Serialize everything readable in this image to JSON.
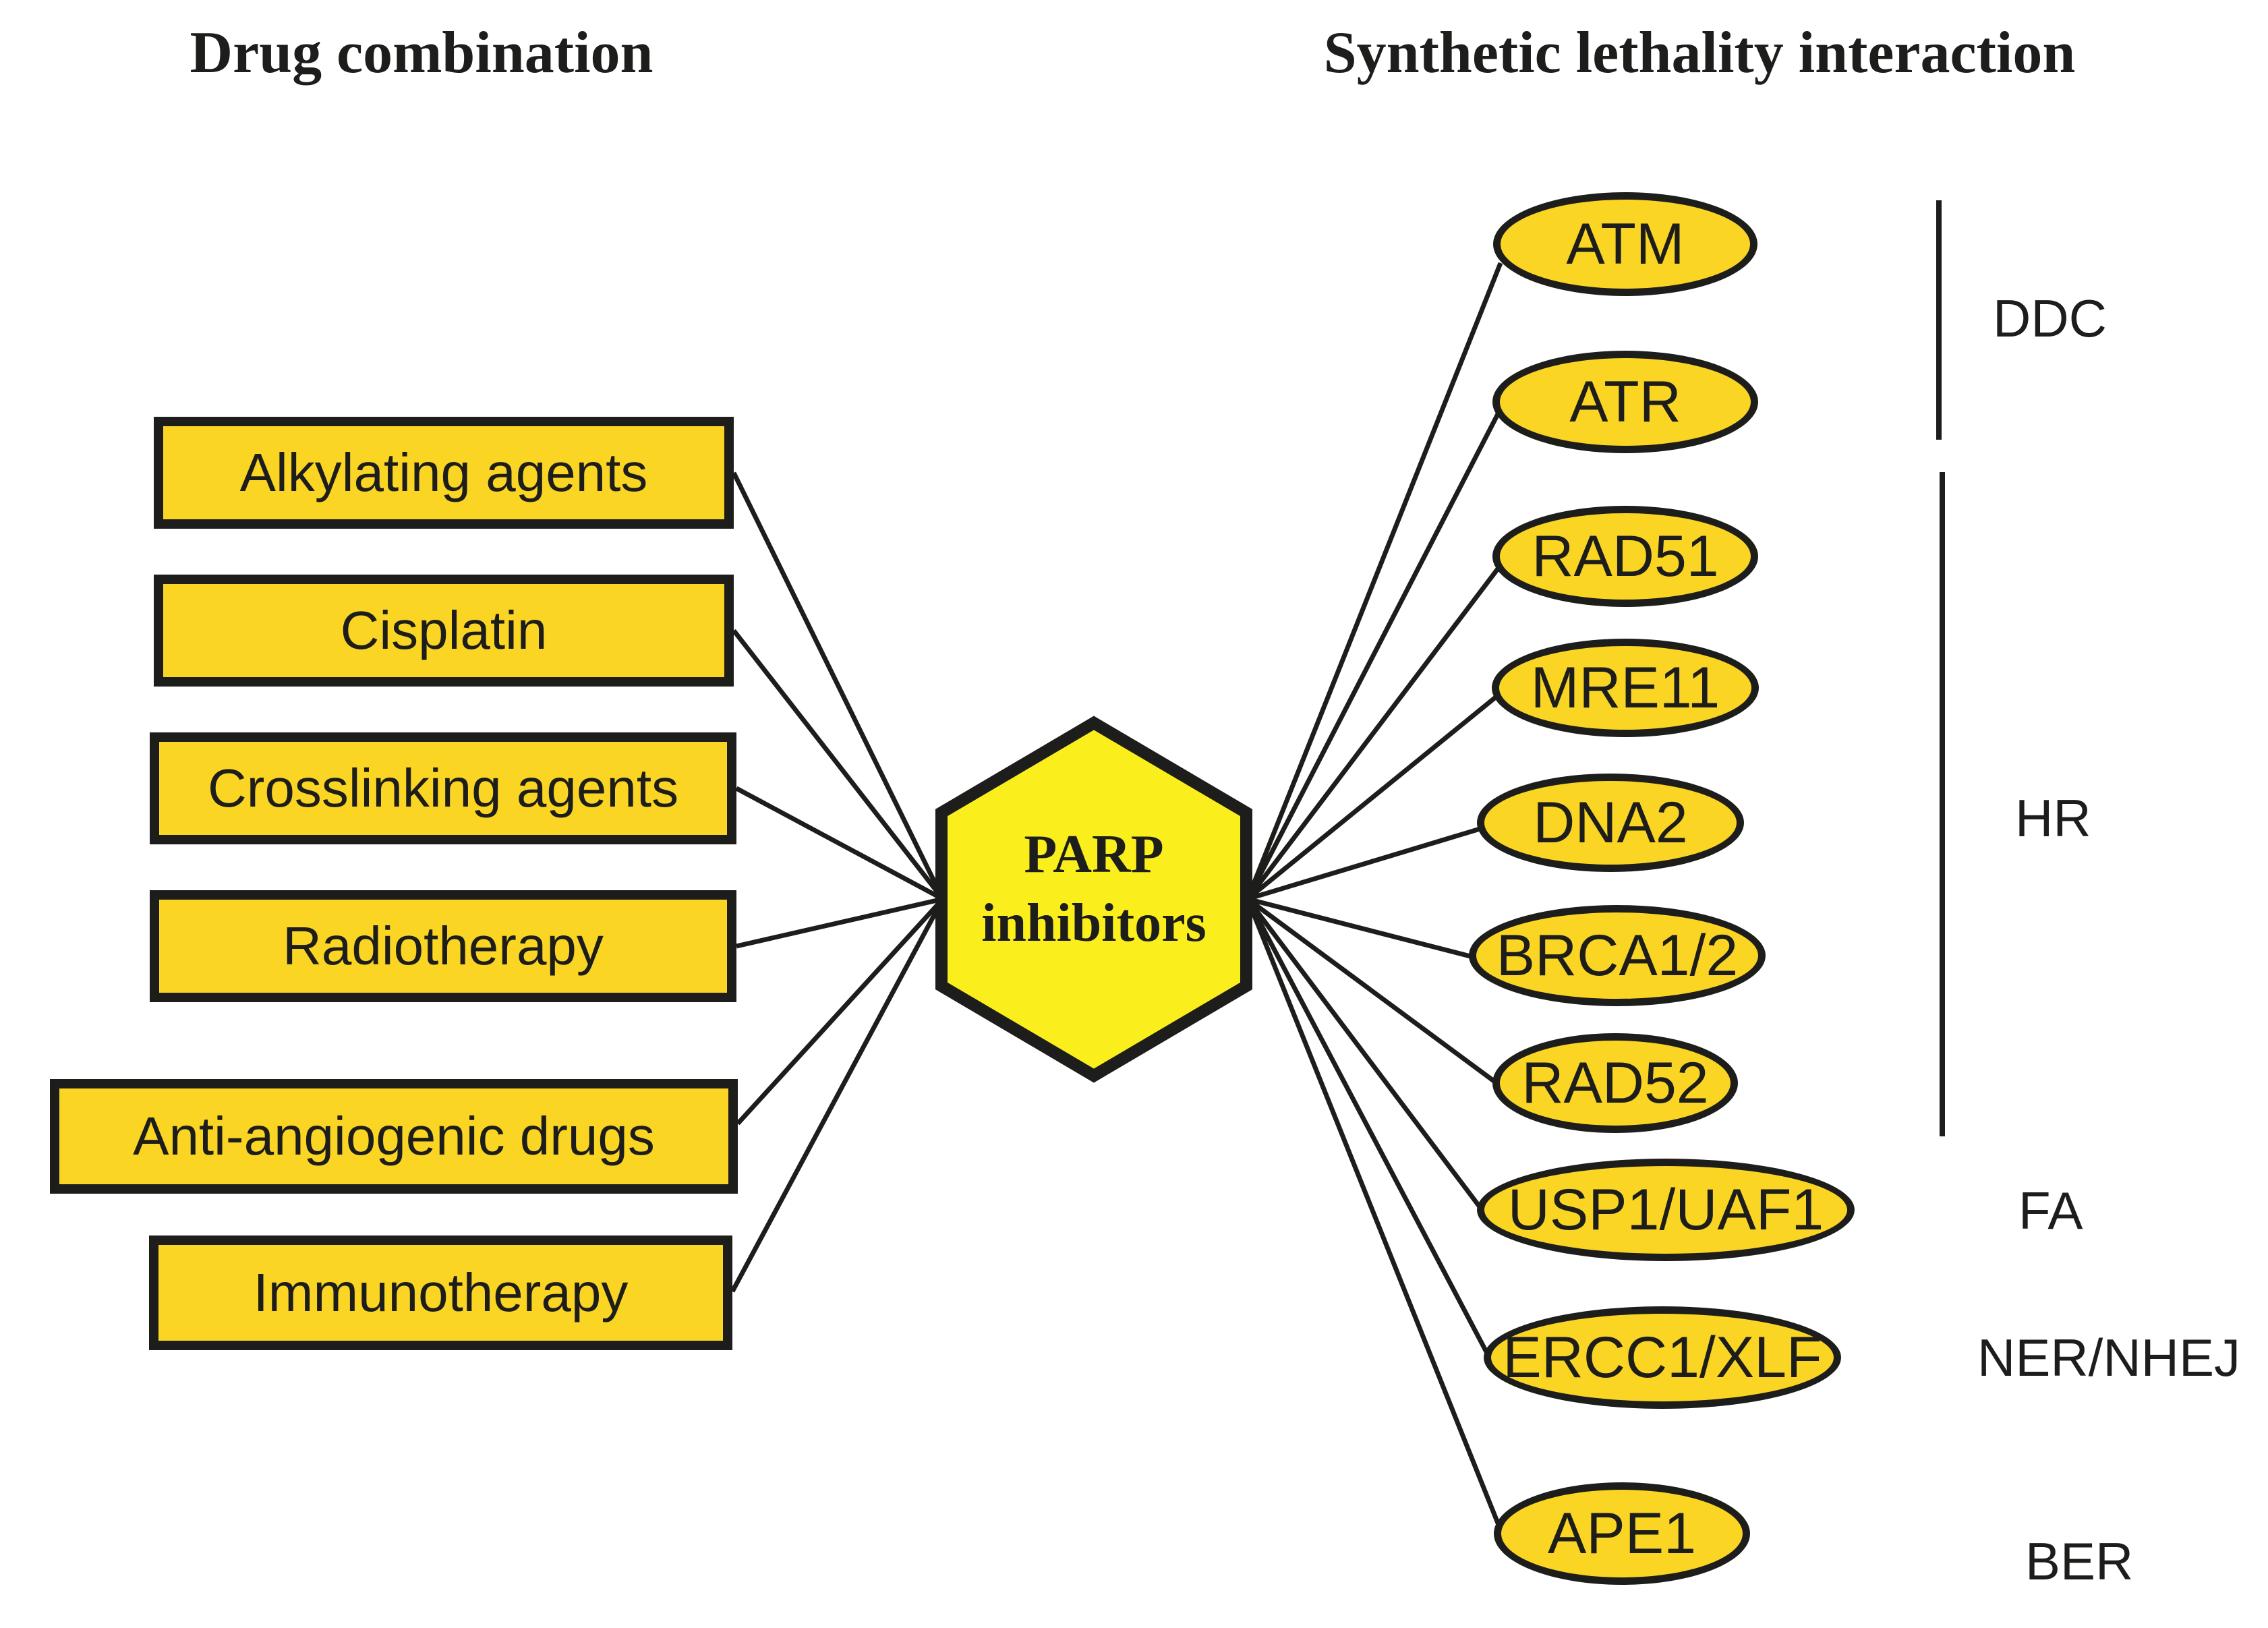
{
  "titles": {
    "left": "Drug combination",
    "right": "Synthetic lethality interaction"
  },
  "hexagon": {
    "line1": "PARP",
    "line2": "inhibitors"
  },
  "drug_boxes": [
    {
      "label": "Alkylating agents"
    },
    {
      "label": "Cisplatin"
    },
    {
      "label": "Crosslinking agents"
    },
    {
      "label": "Radiotherapy"
    },
    {
      "label": "Anti-angiogenic drugs"
    },
    {
      "label": "Immunotherapy"
    }
  ],
  "gene_ellipses": [
    {
      "label": "ATM"
    },
    {
      "label": "ATR"
    },
    {
      "label": "RAD51"
    },
    {
      "label": "MRE11"
    },
    {
      "label": "DNA2"
    },
    {
      "label": "BRCA1/2"
    },
    {
      "label": "RAD52"
    },
    {
      "label": "USP1/UAF1"
    },
    {
      "label": "ERCC1/XLF"
    },
    {
      "label": "APE1"
    }
  ],
  "pathway_labels": [
    {
      "label": "DDC"
    },
    {
      "label": "HR"
    },
    {
      "label": "FA"
    },
    {
      "label": "NER/NHEJ"
    },
    {
      "label": "BER"
    }
  ],
  "colors": {
    "node_fill": "#fbd523",
    "hexagon_fill": "#faee1c",
    "stroke": "#1d1d1b",
    "background": "#ffffff"
  }
}
